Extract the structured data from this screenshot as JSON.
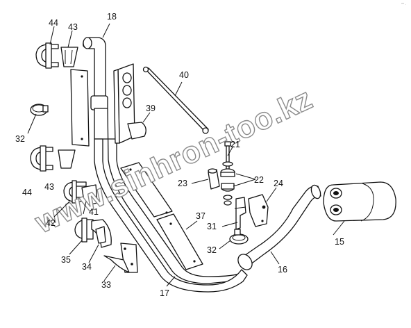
{
  "watermark": "www.sinhron-too.kz",
  "corner_mark": "°° ·",
  "callouts": {
    "c18": "18",
    "c44a": "44",
    "c43a": "43",
    "c40": "40",
    "c39": "39",
    "c32a": "32",
    "c44b": "44",
    "c43b": "43",
    "c21": "21",
    "c22": "22",
    "c23": "23",
    "c24": "24",
    "c41": "41",
    "c42": "42",
    "c37": "37",
    "c31": "31",
    "c35": "35",
    "c34": "34",
    "c32b": "32",
    "c15": "15",
    "c16": "16",
    "c33": "33",
    "c17": "17"
  }
}
